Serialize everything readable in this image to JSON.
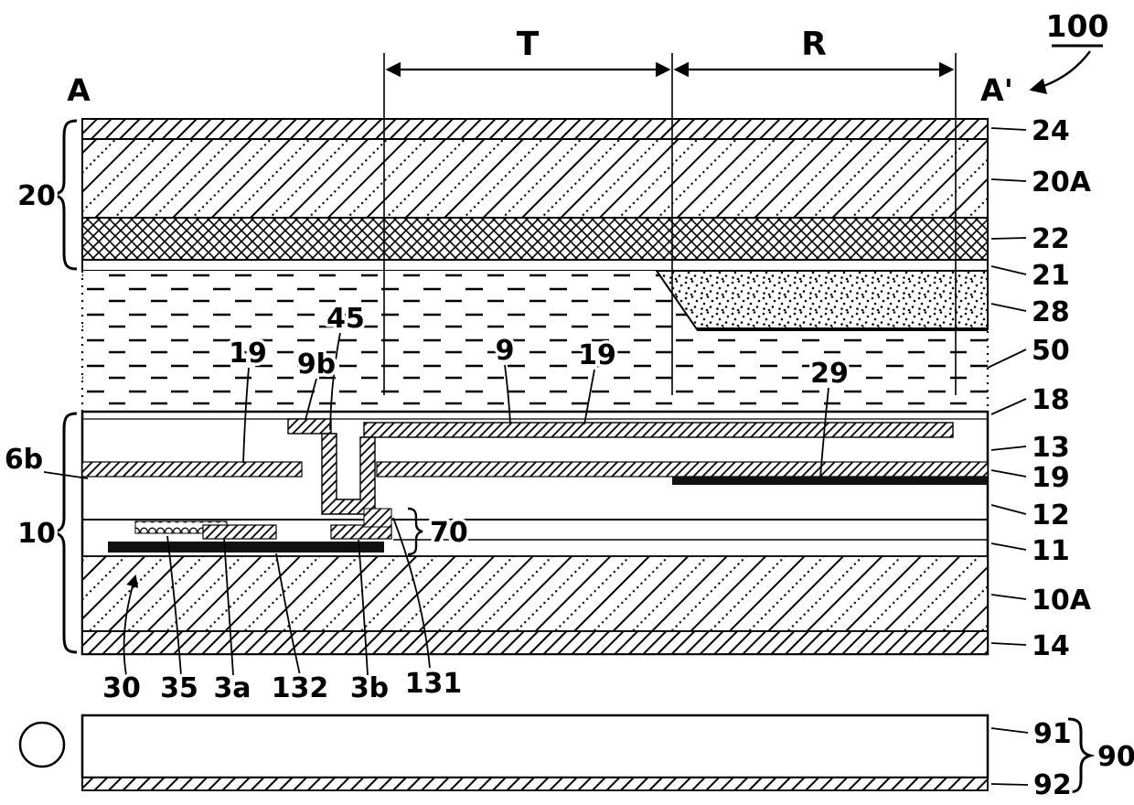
{
  "figure": {
    "ref_number": "100",
    "section_left": "A",
    "section_right": "A'",
    "dim_transmissive": "T",
    "dim_reflective": "R"
  },
  "colors": {
    "ink": "#000000",
    "paper": "#ffffff"
  },
  "left_labels": {
    "l20": "20",
    "l6b": "6b",
    "l10": "10"
  },
  "right_labels": {
    "l24": "24",
    "l20A": "20A",
    "l22": "22",
    "l21": "21",
    "l28": "28",
    "l50": "50",
    "l18": "18",
    "l13": "13",
    "l19": "19",
    "l12": "12",
    "l11": "11",
    "l10A": "10A",
    "l14": "14"
  },
  "inner_labels": {
    "l45": "45",
    "l19_left": "19",
    "l9b": "9b",
    "l9": "9",
    "l19_mid": "19",
    "l29": "29",
    "l70": "70"
  },
  "bottom_labels": {
    "l30": "30",
    "l35": "35",
    "l3a": "3a",
    "l132": "132",
    "l3b": "3b",
    "l131": "131"
  },
  "backlight_labels": {
    "l91": "91",
    "l92": "92",
    "l90": "90"
  }
}
